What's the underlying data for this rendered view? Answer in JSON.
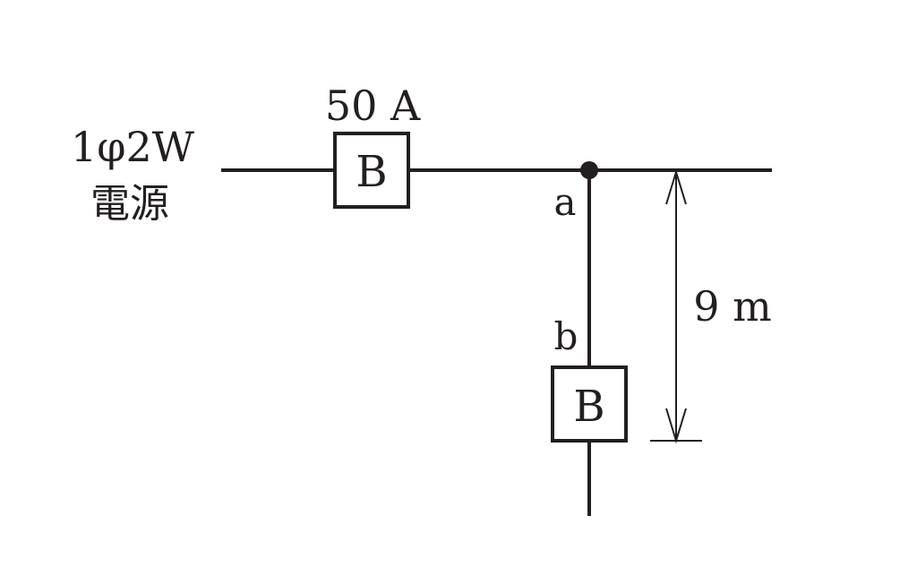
{
  "source": {
    "line1": "1φ2W",
    "line2": "電源"
  },
  "breaker_main": {
    "rating": "50 A",
    "symbol": "B"
  },
  "breaker_branch": {
    "symbol": "B"
  },
  "points": {
    "a": "a",
    "b": "b"
  },
  "dimension": {
    "label": "9 m"
  },
  "colors": {
    "ink": "#231f20",
    "background": "#ffffff"
  }
}
